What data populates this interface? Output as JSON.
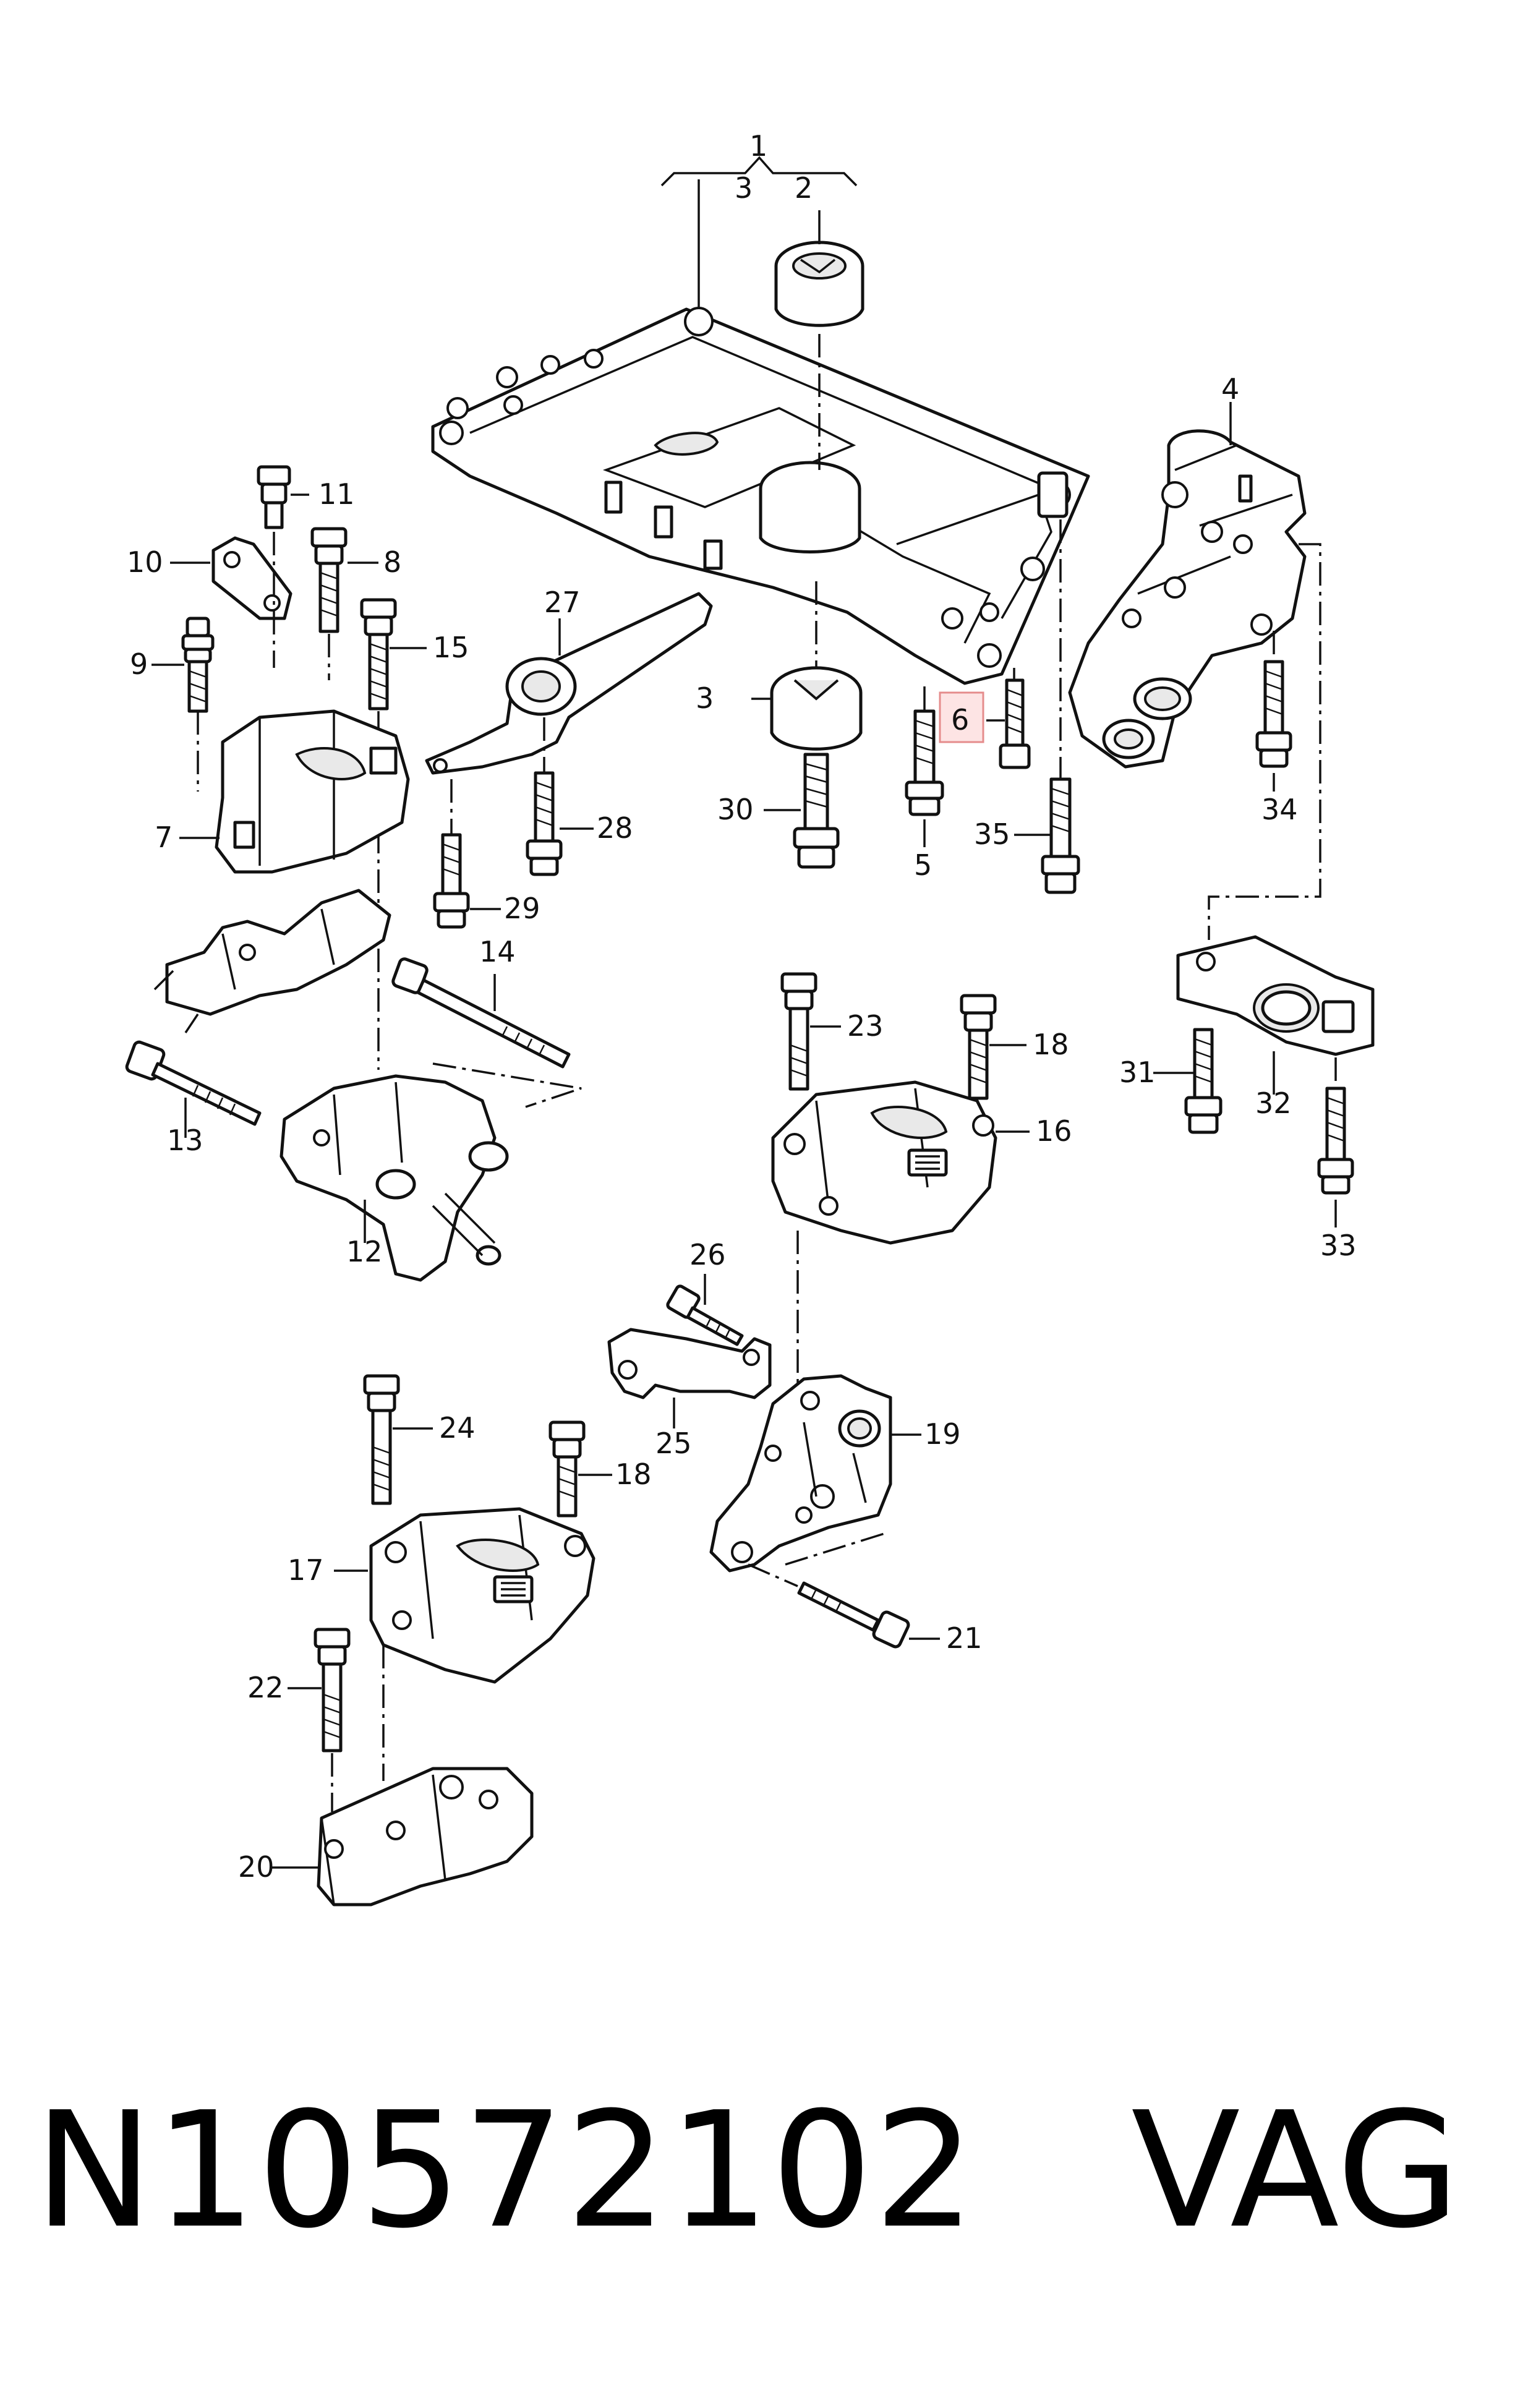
{
  "footer": {
    "part_number": "N10572102",
    "brand": "VAG"
  },
  "callouts": {
    "c1": "1",
    "c2": "2",
    "c3a": "3",
    "c3b": "3",
    "c4": "4",
    "c5": "5",
    "c6": "6",
    "c7": "7",
    "c8": "8",
    "c9": "9",
    "c10": "10",
    "c11": "11",
    "c12": "12",
    "c13": "13",
    "c14": "14",
    "c15": "15",
    "c16": "16",
    "c17": "17",
    "c18a": "18",
    "c18b": "18",
    "c19": "19",
    "c20": "20",
    "c21": "21",
    "c22": "22",
    "c23": "23",
    "c24": "24",
    "c25": "25",
    "c26": "26",
    "c27": "27",
    "c28": "28",
    "c29": "29",
    "c30": "30",
    "c31": "31",
    "c32": "32",
    "c33": "33",
    "c34": "34",
    "c35": "35"
  },
  "highlighted_callout": "6",
  "highlight_color": "#fde4e4"
}
